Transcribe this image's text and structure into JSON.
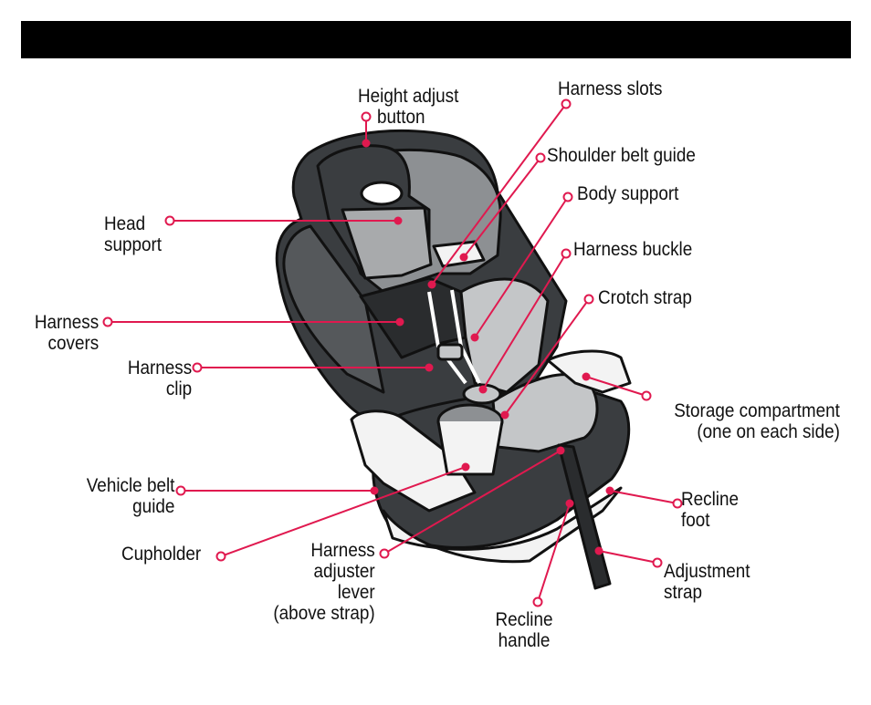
{
  "header": {
    "bar_color": "#000000"
  },
  "colors": {
    "leader": "#e0194f",
    "outline": "#111111",
    "seat_dark": "#3a3d40",
    "seat_mid": "#8d9093",
    "seat_light": "#c4c6c8",
    "shell": "#f3f3f3"
  },
  "labels": {
    "height_adjust": "Height adjust\n    button",
    "harness_slots": "Harness slots",
    "shoulder_belt_guide": "Shoulder belt guide",
    "body_support": "Body support",
    "harness_buckle": "Harness buckle",
    "crotch_strap": "Crotch strap",
    "storage_compartment": "Storage compartment\n(one on each side)",
    "recline_foot": "Recline\nfoot",
    "adjustment_strap": "Adjustment\nstrap",
    "recline_handle": "Recline\nhandle",
    "harness_adjuster": "Harness\nadjuster\nlever\n(above strap)",
    "cupholder": "Cupholder",
    "vehicle_belt_guide": "Vehicle belt\nguide",
    "harness_clip": "Harness\nclip",
    "harness_covers": "Harness\ncovers",
    "head_support": "Head\nsupport"
  }
}
